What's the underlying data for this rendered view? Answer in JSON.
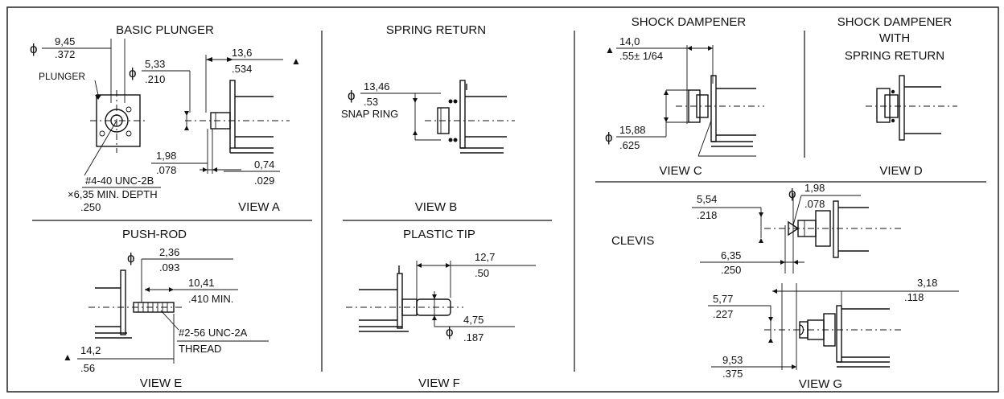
{
  "views": {
    "a": {
      "title": "BASIC PLUNGER",
      "label": "VIEW A",
      "plunger": "PLUNGER",
      "thread1": "#4-40 UNC-2B",
      "thread2": "×6,35 MIN. DEPTH",
      "thread3": ".250",
      "d1_mm": "9,45",
      "d1_in": ".372",
      "d2_mm": "5,33",
      "d2_in": ".210",
      "d3_mm": "13,6",
      "d3_in": ".534",
      "d4_mm": "1,98",
      "d4_in": ".078",
      "d5_mm": "0,74",
      "d5_in": ".029"
    },
    "b": {
      "title": "SPRING RETURN",
      "label": "VIEW B",
      "d_mm": "13,46",
      "d_in": ".53",
      "snap": "SNAP RING"
    },
    "c": {
      "title": "SHOCK DAMPENER",
      "label": "VIEW C",
      "d1_mm": "14,0",
      "d1_in": ".55± 1/64",
      "d2_mm": "15,88",
      "d2_in": ".625"
    },
    "d": {
      "title1": "SHOCK DAMPENER",
      "title2": "WITH",
      "title3": "SPRING RETURN",
      "label": "VIEW D"
    },
    "e": {
      "title": "PUSH-ROD",
      "label": "VIEW E",
      "d1_mm": "2,36",
      "d1_in": ".093",
      "d2_mm": "10,41",
      "d2_in": ".410 MIN.",
      "thread1": "#2-56 UNC-2A",
      "thread2": "THREAD",
      "d3_mm": "14,2",
      "d3_in": ".56"
    },
    "f": {
      "title": "PLASTIC TIP",
      "label": "VIEW F",
      "d1_mm": "12,7",
      "d1_in": ".50",
      "d2_mm": "4,75",
      "d2_in": ".187"
    },
    "g": {
      "title": "CLEVIS",
      "label": "VIEW G",
      "d1_mm": "5,54",
      "d1_in": ".218",
      "d2_mm": "1,98",
      "d2_in": ".078",
      "d3_mm": "6,35",
      "d3_in": ".250",
      "d4_mm": "5,77",
      "d4_in": ".227",
      "d5_mm": "3,18",
      "d5_in": ".118",
      "d6_mm": "9,53",
      "d6_in": ".375"
    }
  },
  "symbols": {
    "diameter": "ϕ",
    "reference": "▲"
  }
}
